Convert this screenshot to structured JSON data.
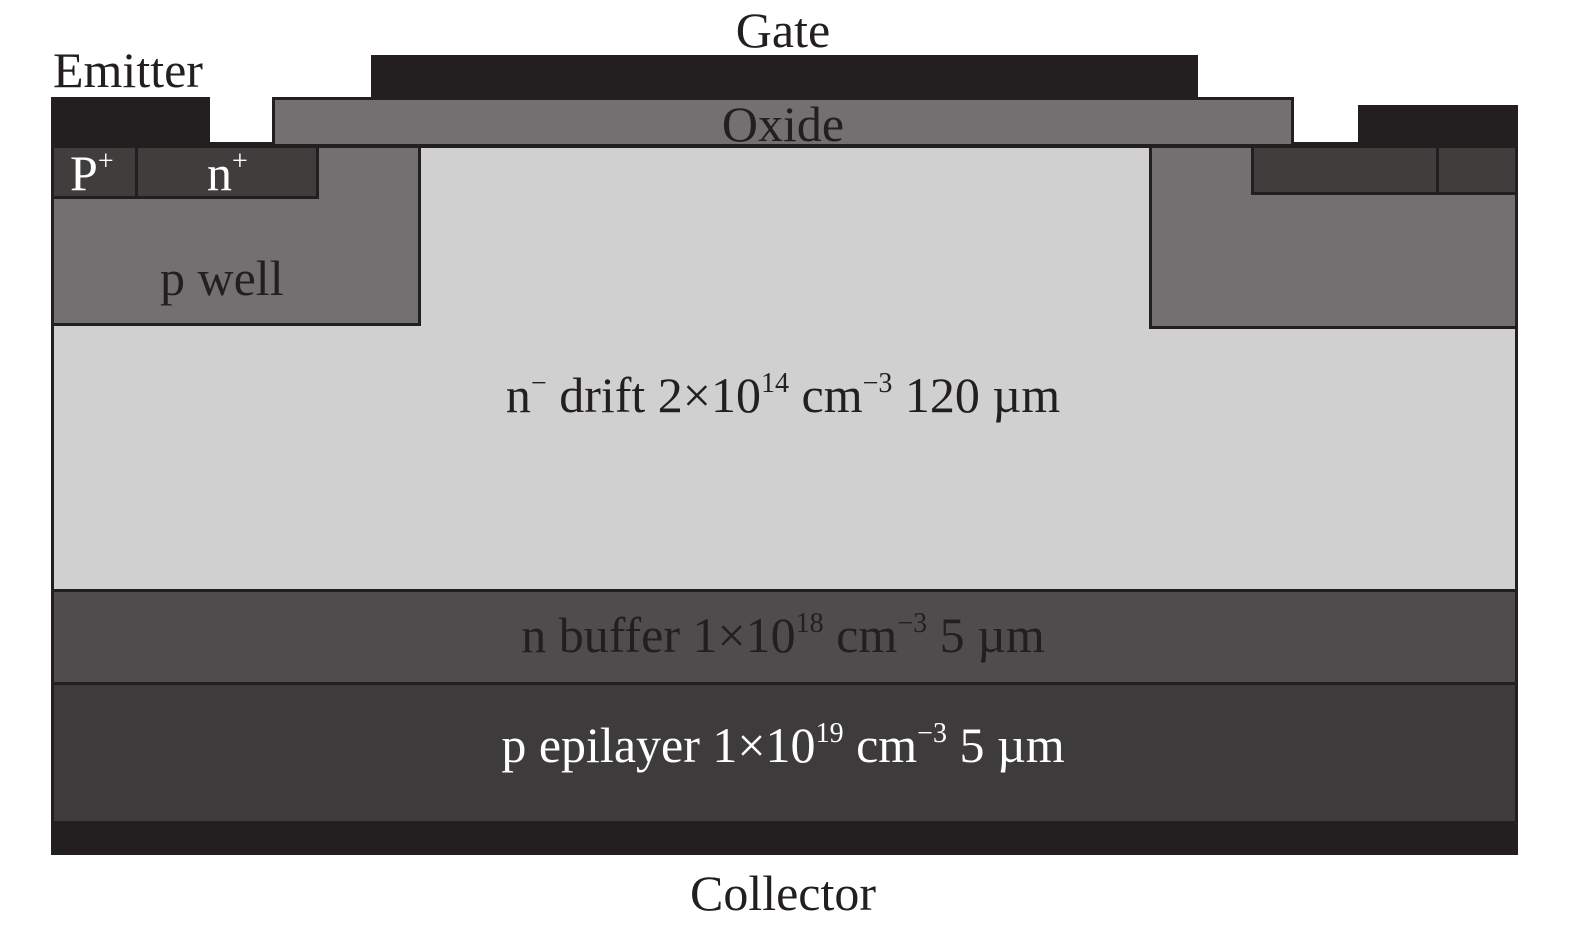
{
  "terminals": {
    "gate": "Gate",
    "emitter": "Emitter",
    "collector": "Collector"
  },
  "regions": {
    "oxide": "Oxide",
    "p_plus": {
      "base": "P",
      "sup": "+"
    },
    "n_plus": {
      "base": "n",
      "sup": "+"
    },
    "p_well": "p well",
    "drift": {
      "a": "n",
      "a_sup": "−",
      "b": " drift 2×10",
      "b_sup": "14",
      "c": " cm",
      "c_sup": "−3",
      "d": " 120 µm"
    },
    "buffer": {
      "b": "n buffer 1×10",
      "b_sup": "18",
      "c": " cm",
      "c_sup": "−3",
      "d": " 5 µm"
    },
    "epilayer": {
      "b": "p epilayer 1×10",
      "b_sup": "19",
      "c": " cm",
      "c_sup": "−3",
      "d": " 5 µm"
    }
  },
  "colors": {
    "metal": "#231f20",
    "p_well": "#727071",
    "contact": "#403e3d",
    "drift": "#d0d0d0",
    "buffer": "#4e4c4d",
    "epilayer": "#3d3b3b"
  }
}
